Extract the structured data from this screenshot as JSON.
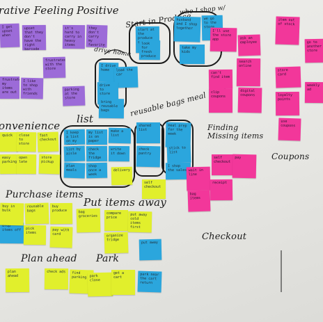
{
  "colors": {
    "purple": "#9c6bd8",
    "blue": "#2ba6dd",
    "yellow": "#e1ef2c",
    "pink": "#f2379a",
    "ink": "#1a1a1a",
    "board": "#ecece9"
  },
  "headings": {
    "negative_feeling": "rative Feeling",
    "positive": "Positive",
    "start_in_produce": "Start in Produce",
    "who_i_shop_with": "who I shop w/",
    "drive_home": "drive home",
    "reusable_bags_meal_prep": "reusable bags meal prep",
    "convenience": "onvenience",
    "list": "list",
    "finding_missing_items": "Finding Missing items",
    "coupons": "Coupons",
    "purchase_items": "Purchase items",
    "put_items_away": "Put items away",
    "plan_ahead": "Plan ahead",
    "park": "Park",
    "checkout": "Checkout"
  },
  "notes": [
    {
      "color": "purple",
      "text": "I get upset when"
    },
    {
      "color": "purple",
      "text": "upset that they don't have the right barcode"
    },
    {
      "color": "purple",
      "text": "it's hard to carry in heavy items"
    },
    {
      "color": "purple",
      "text": "they don't carry my favorite"
    },
    {
      "color": "purple",
      "text": "frustrated with the store"
    },
    {
      "color": "purple",
      "text": "frustrated my items are out"
    },
    {
      "color": "purple",
      "text": "I like to shop with friends"
    },
    {
      "color": "purple",
      "text": "parking at the store"
    },
    {
      "color": "blue",
      "text": "start at the produce section"
    },
    {
      "color": "blue",
      "text": "look for fresh produce"
    },
    {
      "color": "blue",
      "text": "husband and I shop together"
    },
    {
      "color": "blue",
      "text": "we go to the store"
    },
    {
      "color": "blue",
      "text": "take my kids"
    },
    {
      "color": "blue",
      "text": "I drive home"
    },
    {
      "color": "blue",
      "text": "load the car"
    },
    {
      "color": "blue",
      "text": "drive to store"
    },
    {
      "color": "blue",
      "text": "bring reusable bags"
    },
    {
      "color": "blue",
      "text": "meal prep for the week"
    },
    {
      "color": "blue",
      "text": "I keep a list on my phone"
    },
    {
      "color": "blue",
      "text": "my list is on paper"
    },
    {
      "color": "blue",
      "text": "make a list"
    },
    {
      "color": "blue",
      "text": "list by aisle"
    },
    {
      "color": "blue",
      "text": "check the fridge"
    },
    {
      "color": "blue",
      "text": "write it down"
    },
    {
      "color": "blue",
      "text": "plan meals"
    },
    {
      "color": "blue",
      "text": "shop once a week"
    },
    {
      "color": "blue",
      "text": "shared list"
    },
    {
      "color": "blue",
      "text": "check pantry"
    },
    {
      "color": "blue",
      "text": "stick to list"
    },
    {
      "color": "blue",
      "text": "I shop the sales"
    },
    {
      "color": "blue",
      "text": "drop items off"
    },
    {
      "color": "blue",
      "text": "park near the cart return"
    },
    {
      "color": "blue",
      "text": "put away"
    },
    {
      "color": "yellow",
      "text": "quick"
    },
    {
      "color": "yellow",
      "text": "close to store"
    },
    {
      "color": "yellow",
      "text": "fast checkout"
    },
    {
      "color": "yellow",
      "text": "easy parking"
    },
    {
      "color": "yellow",
      "text": "open late"
    },
    {
      "color": "yellow",
      "text": "store pickup"
    },
    {
      "color": "yellow",
      "text": "delivery"
    },
    {
      "color": "yellow",
      "text": "self checkout"
    },
    {
      "color": "yellow",
      "text": "buy in bulk"
    },
    {
      "color": "yellow",
      "text": "reusable bags"
    },
    {
      "color": "yellow",
      "text": "buy produce"
    },
    {
      "color": "yellow",
      "text": "pick items"
    },
    {
      "color": "yellow",
      "text": "pay with card"
    },
    {
      "color": "yellow",
      "text": "bag groceries"
    },
    {
      "color": "yellow",
      "text": "compare price"
    },
    {
      "color": "yellow",
      "text": "put away cold items first"
    },
    {
      "color": "yellow",
      "text": "organize fridge"
    },
    {
      "color": "yellow",
      "text": "plan ahead"
    },
    {
      "color": "yellow",
      "text": "check ads"
    },
    {
      "color": "yellow",
      "text": "find parking"
    },
    {
      "color": "yellow",
      "text": "park close"
    },
    {
      "color": "yellow",
      "text": "get a cart"
    },
    {
      "color": "pink",
      "text": "I'll use the store app"
    },
    {
      "color": "pink",
      "text": "ask an employee"
    },
    {
      "color": "pink",
      "text": "can't find item"
    },
    {
      "color": "pink",
      "text": "search online"
    },
    {
      "color": "pink",
      "text": "item out of stock"
    },
    {
      "color": "pink",
      "text": "go to another store"
    },
    {
      "color": "pink",
      "text": "clip coupons"
    },
    {
      "color": "pink",
      "text": "digital coupons"
    },
    {
      "color": "pink",
      "text": "store card"
    },
    {
      "color": "pink",
      "text": "loyalty points"
    },
    {
      "color": "pink",
      "text": "weekly ad"
    },
    {
      "color": "pink",
      "text": "use coupons"
    },
    {
      "color": "pink",
      "text": "wait in line"
    },
    {
      "color": "pink",
      "text": "self checkout"
    },
    {
      "color": "pink",
      "text": "pay"
    },
    {
      "color": "pink",
      "text": "bag items"
    },
    {
      "color": "pink",
      "text": "receipt"
    }
  ]
}
